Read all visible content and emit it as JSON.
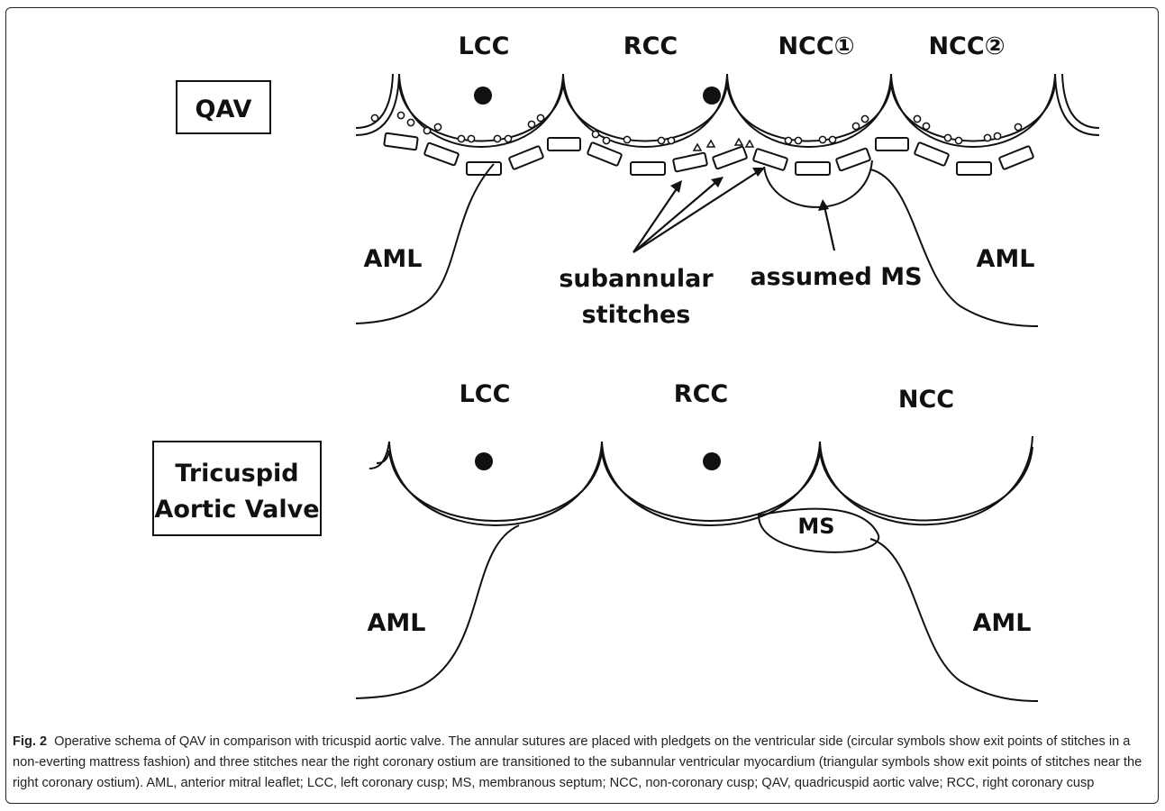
{
  "qav": {
    "box_label": "QAV",
    "cusps": [
      "LCC",
      "RCC",
      "NCC①",
      "NCC②"
    ],
    "aml_left": "AML",
    "aml_right": "AML",
    "subannular_line1": "subannular",
    "subannular_line2": "stitches",
    "assumed_ms": "assumed MS"
  },
  "tav": {
    "box_line1": "Tricuspid",
    "box_line2": "Aortic Valve",
    "cusps": [
      "LCC",
      "RCC",
      "NCC"
    ],
    "ms": "MS",
    "aml_left": "AML",
    "aml_right": "AML"
  },
  "caption": {
    "fig_num": "Fig. 2",
    "text": "Operative schema of QAV in comparison with tricuspid aortic valve. The annular sutures are placed with pledgets on the ventricular side (circular symbols show exit points of stitches in a non-everting mattress fashion) and three stitches near the right coronary ostium are transitioned to the subannular ventricular myocardium (triangular symbols show exit points of stitches near the right coronary ostium). AML, anterior mitral leaflet; LCC, left coronary cusp; MS, membranous septum; NCC, non-coronary cusp; QAV, quadricuspid aortic valve; RCC, right coronary cusp"
  }
}
